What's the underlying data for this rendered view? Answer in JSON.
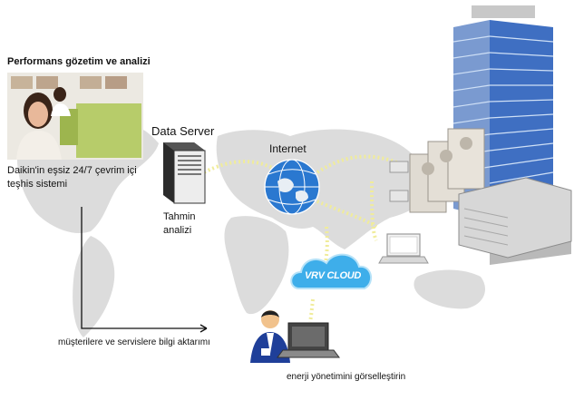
{
  "labels": {
    "perf_title": "Performans gözetim ve analizi",
    "daikin_desc": "Daikin'in eşsiz 24/7 çevrim içi teşhis sistemi",
    "data_server": "Data Server",
    "tahmin": "Tahmin analizi",
    "internet": "Internet",
    "vrv_cloud": "VRV CLOUD",
    "musteri": "müşterilere ve servislere bilgi aktarımı",
    "enerji": "enerji yönetimini görselleştirin"
  }
}
